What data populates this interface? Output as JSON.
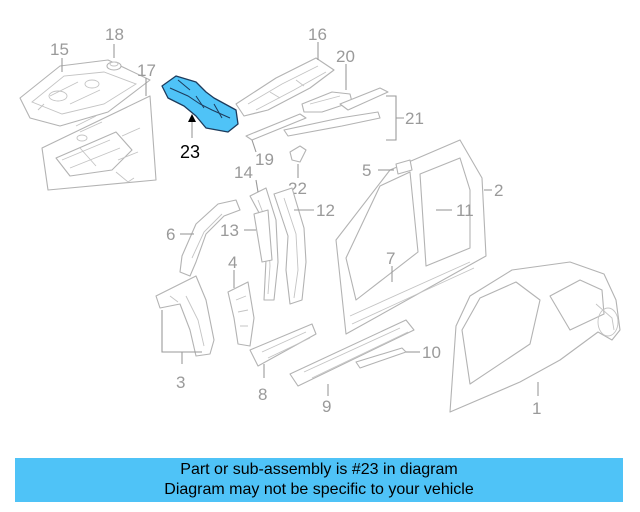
{
  "callouts": {
    "c1": "1",
    "c2": "2",
    "c3": "3",
    "c4": "4",
    "c5": "5",
    "c6": "6",
    "c7": "7",
    "c8": "8",
    "c9": "9",
    "c10": "10",
    "c11": "11",
    "c12": "12",
    "c13": "13",
    "c14": "14",
    "c15": "15",
    "c16": "16",
    "c17": "17",
    "c18": "18",
    "c19": "19",
    "c20": "20",
    "c21": "21",
    "c22": "22",
    "c23": "23"
  },
  "highlighted_part": "23",
  "colors": {
    "highlight": "#4fc3f7",
    "line": "#b3b3b3",
    "callout_text": "#9a9a9a"
  },
  "banner": {
    "line1": "Part or sub-assembly is #23 in diagram",
    "line2": "Diagram may not be specific to your vehicle"
  }
}
